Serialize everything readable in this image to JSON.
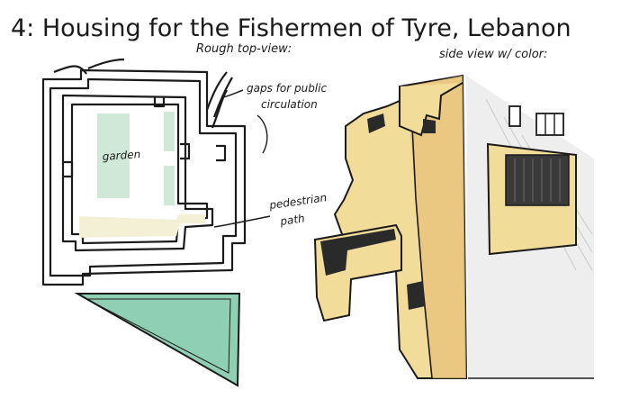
{
  "title": "4: Housing for the Fishermen of Tyre, Lebanon",
  "labels": {
    "top_view": "Rough top-view:",
    "side_view": "side view w/ color:",
    "gaps_line1": "gaps for public",
    "gaps_line2": "circulation",
    "garden": "garden",
    "pedestrian_line1": "pedestrian",
    "pedestrian_line2": "path"
  },
  "colors": {
    "ink": "#1b1b1b",
    "garden_green": "#cfe8d8",
    "ground_teal": "#8fd0b5",
    "wall_yellow": "#f2dc9a",
    "wall_shade": "#e8c27a",
    "roof_shadow": "#d8d8d8"
  }
}
